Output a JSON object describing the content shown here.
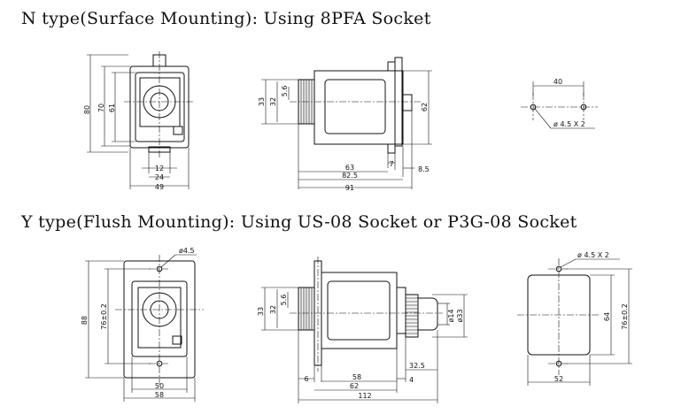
{
  "titles": {
    "n_type": "N type(Surface Mounting): Using 8PFA Socket",
    "y_type": "Y type(Flush Mounting): Using US-08 Socket or P3G-08 Socket"
  },
  "n_front": {
    "d80": "80",
    "d70": "70",
    "d61": "61",
    "d12": "12",
    "d24": "24",
    "d49": "49"
  },
  "n_side": {
    "d33": "33",
    "d32": "32",
    "d5_6": "5.6",
    "d62": "62",
    "d7": "7",
    "d8_5": "8.5",
    "d63": "63",
    "d82_5": "82.5",
    "d91": "91"
  },
  "n_hole": {
    "d40": "40",
    "dia": "ø 4.5 X 2"
  },
  "y_front": {
    "dia": "ø4.5",
    "d88": "88",
    "d76": "76±0.2",
    "d50": "50",
    "d58": "58"
  },
  "y_side": {
    "d33": "33",
    "d32": "32",
    "d5_6": "5.6",
    "d6": "6",
    "d58": "58",
    "d62": "62",
    "d112": "112",
    "d32_5": "32.5",
    "d4": "4",
    "d14": "ø14",
    "d33b": "ø33"
  },
  "y_panel": {
    "dia": "ø 4.5 X 2",
    "d64": "64",
    "d76": "76±0.2",
    "d52": "52"
  }
}
